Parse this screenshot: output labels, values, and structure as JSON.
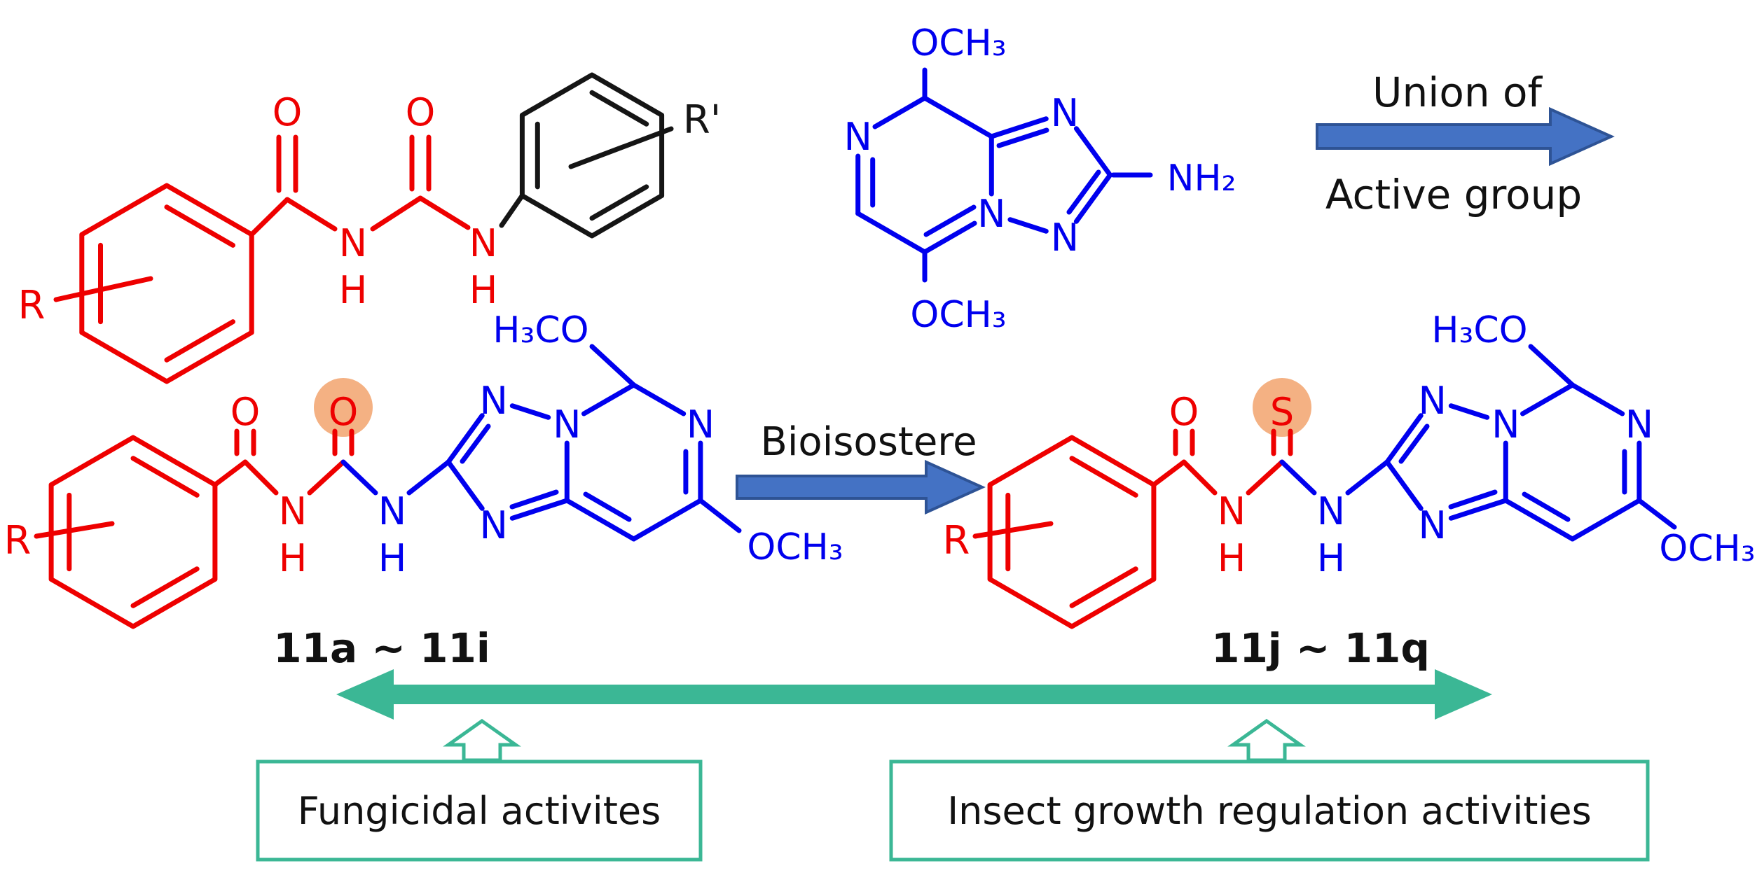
{
  "colors": {
    "red": "#ee0000",
    "blue": "#0000ee",
    "black": "#151515",
    "text": "#111111",
    "teal": "#3bb795",
    "arrow_fill": "#4472c4",
    "arrow_border": "#2e5395",
    "highlight": "#f4b183",
    "white": "#ffffff"
  },
  "figure": {
    "urea_precursor": {
      "r": "R",
      "o1": "O",
      "n1": "N",
      "h1": "H",
      "o2": "O",
      "n2": "N",
      "h2": "H",
      "r_prime": "R'"
    },
    "amine_precursor": {
      "methoxy_top": "OCH₃",
      "n_ring": "N",
      "n_top": "N",
      "n_bridge": "N",
      "n_bottom": "N",
      "amino": "NH₂",
      "methoxy_bottom": "OCH₃"
    },
    "union_arrow": {
      "line1": "Union of",
      "line2": "Active group"
    },
    "bioisostere": {
      "label": "Bioisostere"
    },
    "compound_a": {
      "r": "R",
      "o1": "O",
      "o_hl": "O",
      "n1": "N",
      "h1": "H",
      "n2": "N",
      "h2": "H",
      "n_tl": "N",
      "n_bridge": "N",
      "n_bottom": "N",
      "n_ring": "N",
      "methoxy_top": "H₃CO",
      "methoxy_right": "OCH₃",
      "code": "11a ~ 11i"
    },
    "compound_b": {
      "r": "R",
      "o1": "O",
      "s_hl": "S",
      "n1": "N",
      "h1": "H",
      "n2": "N",
      "h2": "H",
      "n_tl": "N",
      "n_bridge": "N",
      "n_bottom": "N",
      "n_ring": "N",
      "methoxy_top": "H₃CO",
      "methoxy_right": "OCH₃",
      "code": "11j ~ 11q"
    },
    "boxes": {
      "left": "Fungicidal activites",
      "right": "Insect growth regulation activities"
    }
  }
}
